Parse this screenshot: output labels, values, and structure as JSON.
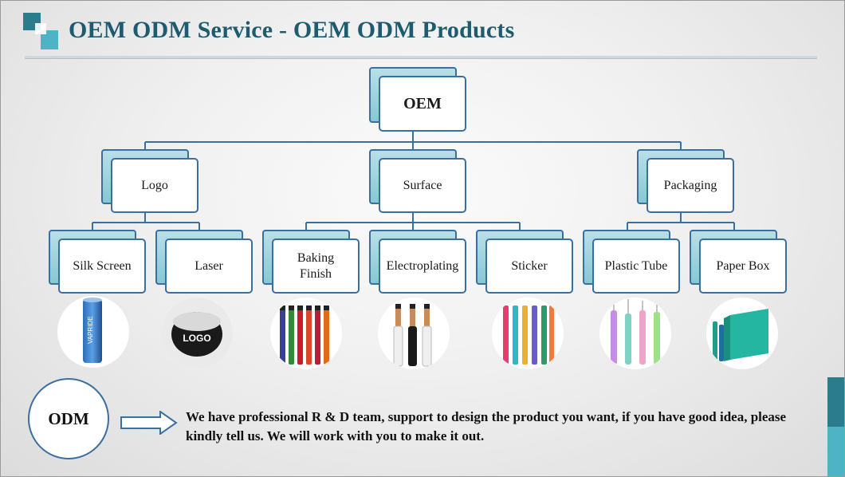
{
  "title": "OEM ODM Service - OEM ODM Products",
  "colors": {
    "accent_dark": "#2b7c8d",
    "accent_light": "#4fb3c6",
    "title": "#1e5b6e",
    "border": "#3a6fa0"
  },
  "tree": {
    "root": "OEM",
    "level1": [
      "Logo",
      "Surface",
      "Packaging"
    ],
    "level2": [
      "Silk Screen",
      "Laser",
      "Baking Finish",
      "Electroplating",
      "Sticker",
      "Plastic Tube",
      "Paper Box"
    ]
  },
  "logo_stamp": "LOGO",
  "pen_brand": "VAPRIDE",
  "odm": {
    "label": "ODM",
    "text": "We have professional R & D team, support to design the product you want, if you have good idea, please kindly tell us. We will work with you to make it out."
  }
}
